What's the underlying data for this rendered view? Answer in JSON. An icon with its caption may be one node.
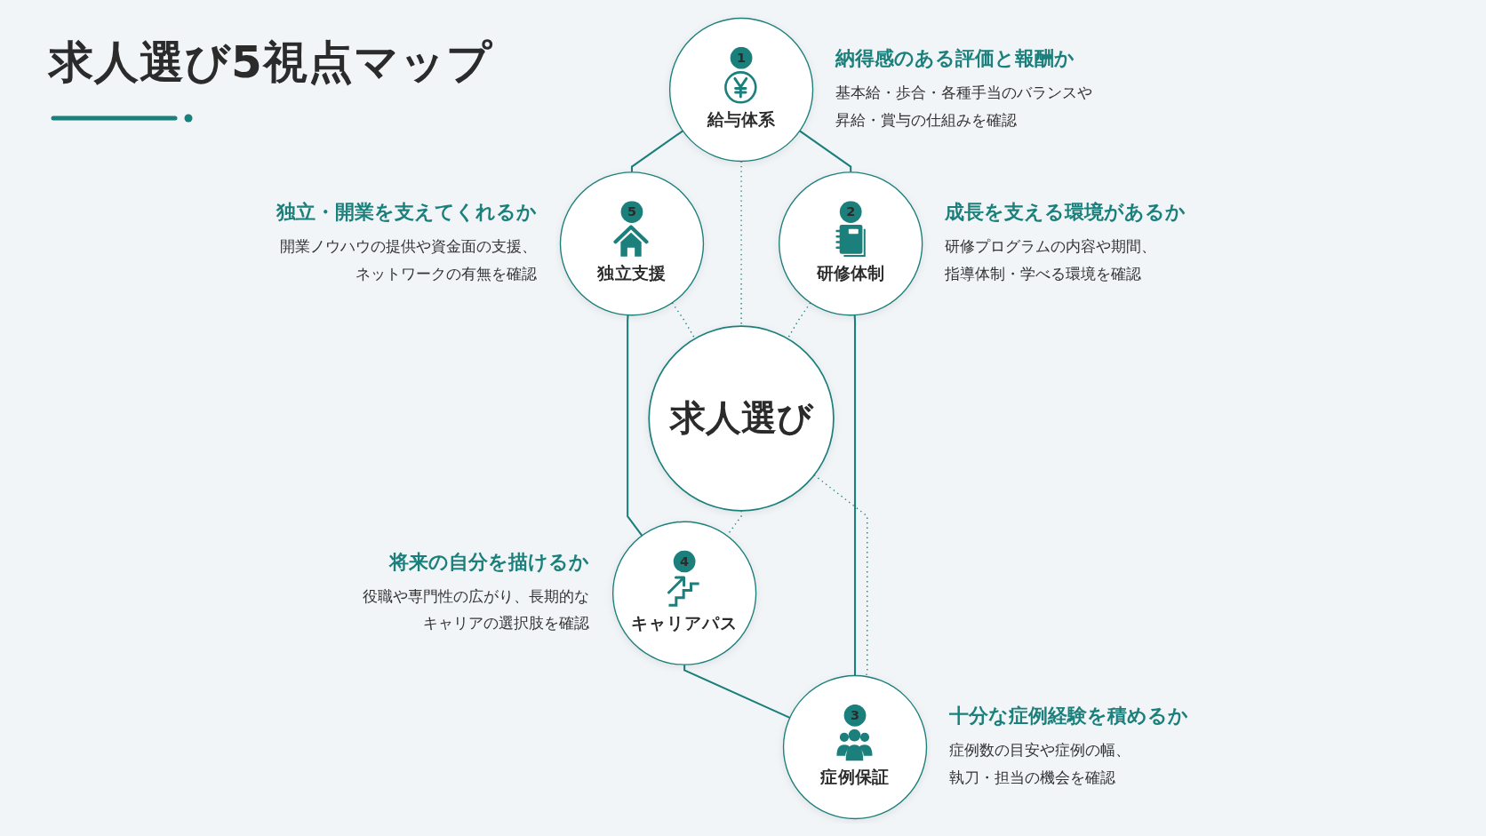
{
  "diagram": {
    "title": "求人選び5視点マップ",
    "nodes": [
      {
        "text": [
          "1",
          "給与体系"
        ],
        "beside": [
          "納得感のある評価と報酬か",
          "基本給・歩合・各種手当のバランスや昇給・賞与の仕組みを確認"
        ]
      },
      {
        "text": [
          "2",
          "研修体制"
        ],
        "beside": [
          "成長を支える環境があるか",
          "研修プログラムの内容や期間、指導体制・学べる環境を確認"
        ]
      },
      {
        "text": [
          "3",
          "症例保証"
        ],
        "beside": [
          "十分な症例経験を積めるか",
          "症例数の目安や症例の幅、執刀・担当の機会を確認"
        ]
      },
      {
        "text": [
          "4",
          "キャリアパス"
        ],
        "beside": [
          "将来の自分を描けるか",
          "役職や専門性の広がり、長期的なキャリアの選択肢を確認"
        ]
      },
      {
        "text": [
          "5",
          "独立支援"
        ],
        "beside": [
          "独立・開業を支えてくれるか",
          "開業ノウハウの提供や資金面の支援、ネットワークの有無を確認"
        ]
      },
      {
        "text": [
          "求人選び"
        ]
      }
    ],
    "edges": [
      {
        "from": 0,
        "to": 4,
        "arrow": "none"
      },
      {
        "from": 4,
        "to": 3,
        "arrow": "none"
      },
      {
        "from": 3,
        "to": 2,
        "arrow": "none"
      },
      {
        "from": 1,
        "to": 2,
        "arrow": "none"
      },
      {
        "from": 0,
        "to": 1,
        "arrow": "none"
      },
      {
        "from": 4,
        "to": 5,
        "arrow": "none",
        "style": "dashed"
      },
      {
        "from": 0,
        "to": 5,
        "arrow": "none",
        "style": "dashed"
      },
      {
        "from": 1,
        "to": 5,
        "arrow": "none",
        "style": "dashed"
      },
      {
        "from": 5,
        "to": 3,
        "arrow": "none",
        "style": "dashed"
      },
      {
        "from": 5,
        "to": 2,
        "arrow": "none",
        "style": "dashed"
      }
    ]
  }
}
